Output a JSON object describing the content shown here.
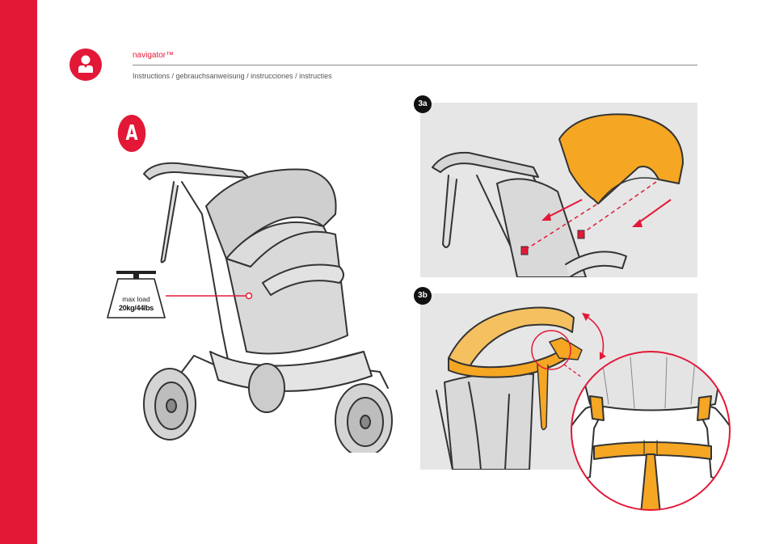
{
  "header": {
    "brand": "navigator™",
    "subtitle": "Instructions / gebrauchsanweisung / instrucciones / instructies"
  },
  "section": {
    "letter": "A"
  },
  "specs": {
    "load_label": "max load",
    "load_value": "20kg/44lbs"
  },
  "steps": {
    "step_3a": "3a",
    "step_3b": "3b"
  },
  "colors": {
    "brand_red": "#e31837",
    "canopy_orange": "#f5a623",
    "panel_grey": "#e6e6e6"
  },
  "icons": {
    "header_icon": "user-icon"
  }
}
